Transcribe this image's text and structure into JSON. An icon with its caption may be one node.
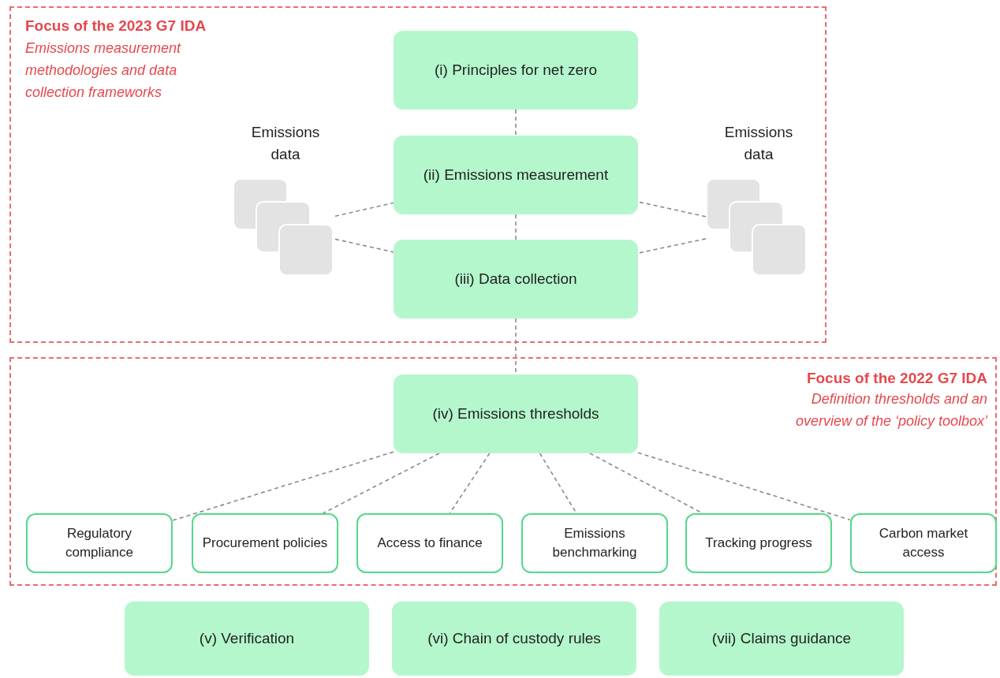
{
  "diagram": {
    "nodes": [
      {
        "text": [
          "Focus of the 2023 G7 IDA",
          "Emissions measurement methodologies and data collection frameworks"
        ]
      },
      {
        "text": [
          "(i) Principles for net zero"
        ],
        "in": 0
      },
      {
        "text": [
          "Emissions data"
        ],
        "in": 0
      },
      {
        "text": [
          "(ii) Emissions measurement"
        ],
        "in": 0
      },
      {
        "text": [
          "Emissions data"
        ],
        "in": 0
      },
      {
        "text": [
          "(iii) Data collection"
        ],
        "in": 0
      },
      {
        "text": [
          "Focus of the 2022 G7 IDA",
          "Definition thresholds and an overview of the ‘policy toolbox’"
        ]
      },
      {
        "text": [
          "(iv) Emissions thresholds"
        ],
        "in": 6
      },
      {
        "text": [
          "Regulatory compliance"
        ],
        "in": 6
      },
      {
        "text": [
          "Procurement policies"
        ],
        "in": 6
      },
      {
        "text": [
          "Access to finance"
        ],
        "in": 6
      },
      {
        "text": [
          "Emissions benchmarking"
        ],
        "in": 6
      },
      {
        "text": [
          "Tracking progress"
        ],
        "in": 6
      },
      {
        "text": [
          "Carbon market access"
        ],
        "in": 6
      },
      {
        "text": [
          "(v) Verification"
        ]
      },
      {
        "text": [
          "(vi) Chain of custody rules"
        ]
      },
      {
        "text": [
          "(vii) Claims guidance"
        ]
      }
    ],
    "edges": [
      {
        "from": 1,
        "to": 3,
        "arrow": "none",
        "style": "dashed"
      },
      {
        "from": 3,
        "to": 5,
        "arrow": "none",
        "style": "dashed"
      },
      {
        "from": 5,
        "to": 7,
        "arrow": "none",
        "style": "dashed"
      },
      {
        "from": 2,
        "to": 3,
        "arrow": "none",
        "style": "dashed"
      },
      {
        "from": 2,
        "to": 5,
        "arrow": "none",
        "style": "dashed"
      },
      {
        "from": 4,
        "to": 3,
        "arrow": "none",
        "style": "dashed"
      },
      {
        "from": 4,
        "to": 5,
        "arrow": "none",
        "style": "dashed"
      },
      {
        "from": 7,
        "to": 8,
        "arrow": "none",
        "style": "dashed"
      },
      {
        "from": 7,
        "to": 9,
        "arrow": "none",
        "style": "dashed"
      },
      {
        "from": 7,
        "to": 10,
        "arrow": "none",
        "style": "dashed"
      },
      {
        "from": 7,
        "to": 11,
        "arrow": "none",
        "style": "dashed"
      },
      {
        "from": 7,
        "to": 12,
        "arrow": "none",
        "style": "dashed"
      },
      {
        "from": 7,
        "to": 13,
        "arrow": "none",
        "style": "dashed"
      }
    ]
  }
}
